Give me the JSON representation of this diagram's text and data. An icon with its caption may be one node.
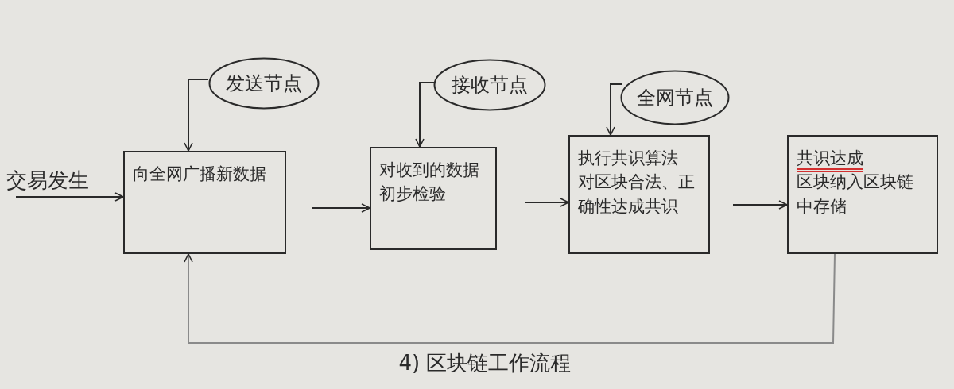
{
  "diagram": {
    "caption": "4) 区块链工作流程",
    "nodes": [
      {
        "text": [
          "交易发生"
        ]
      },
      {
        "text": [
          "发送节点"
        ]
      },
      {
        "text": [
          "向全网广播新数据"
        ]
      },
      {
        "text": [
          "接收节点"
        ]
      },
      {
        "text": [
          "对收到的数据初步检验"
        ]
      },
      {
        "text": [
          "全网节点"
        ]
      },
      {
        "text": [
          "执行共识算法",
          "对区块合法、正确性达成共识"
        ]
      },
      {
        "text": [
          "共识达成",
          "区块纳入区块链中存储"
        ]
      }
    ],
    "edges": [
      {
        "from": 0,
        "to": 2,
        "arrow": "to"
      },
      {
        "from": 1,
        "to": 2,
        "arrow": "to"
      },
      {
        "from": 3,
        "to": 4,
        "arrow": "to"
      },
      {
        "from": 5,
        "to": 6,
        "arrow": "to"
      },
      {
        "from": 2,
        "to": 4,
        "arrow": "to"
      },
      {
        "from": 4,
        "to": 6,
        "arrow": "to"
      },
      {
        "from": 6,
        "to": 7,
        "arrow": "to"
      },
      {
        "from": 7,
        "to": 2,
        "arrow": "to",
        "color": "#8a8a8a"
      }
    ]
  }
}
